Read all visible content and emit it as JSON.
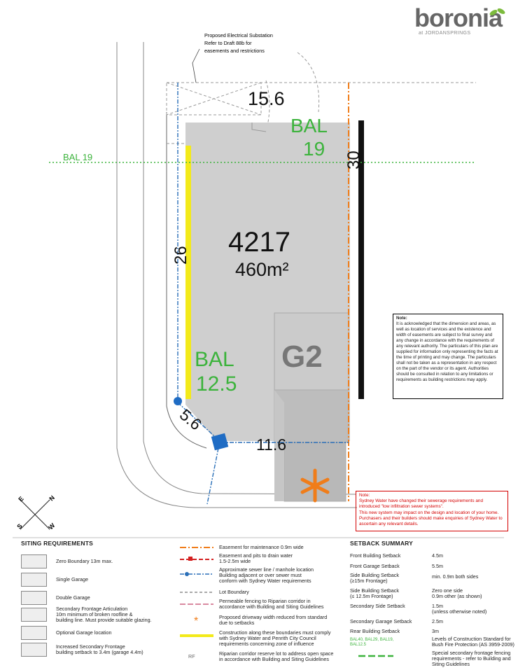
{
  "brand": {
    "name": "boronia",
    "subtitle": "at JORDANSPRINGS"
  },
  "plan": {
    "lot_number": "4217",
    "lot_area": "460m²",
    "garage_code": "G2",
    "dimensions": {
      "top": "15.6",
      "right": "30",
      "left": "26",
      "corner": "5.6",
      "bottom": "11.6"
    },
    "bal_line_label": "BAL 19",
    "bal_top": {
      "line1": "BAL",
      "line2": "19"
    },
    "bal_left": {
      "line1": "BAL",
      "line2": "12.5"
    },
    "substation_note": [
      "Proposed Electrical Substation",
      "Refer to Draft 88b for",
      "easements and restrictions"
    ],
    "compass": [
      "N",
      "S",
      "E",
      "W"
    ]
  },
  "note": {
    "title": "Note:",
    "lines": [
      "It is acknowledged that the dimension and areas, as",
      "well as location of services and the existence and",
      "width of easements are subject to final survey and",
      "any change in accordance with the requirements of",
      "any relevant authority. The particulars of this plan are",
      "supplied for information only representing the facts at",
      "the time of printing and may change. The particulars",
      "shall not be taken as a representation in any respect",
      "on the part of the vendor or its agent. Authorities",
      "should be consulted in relation to any limitations or",
      "requirements as building restrictions may apply."
    ]
  },
  "water_note": {
    "title": "Note:",
    "lines": [
      "Sydney Water have changed their sewerage requirements and",
      "introduced \"low infiltration sewer systems\".",
      "This new system may impact on the design and location of your home.",
      "Purchasers and their builders should make enquiries of Sydney Water to",
      "ascertain any relevant details."
    ]
  },
  "siting": {
    "title": "SITING REQUIREMENTS",
    "items": [
      [
        "Zero Boundary 13m max."
      ],
      [
        "Single Garage"
      ],
      [
        "Double Garage"
      ],
      [
        "Secondary Frontage Articulation",
        "10m minimum of broken roofline &",
        "building line. Must provide suitable glazing."
      ],
      [
        "Optional Garage location"
      ],
      [
        "Increased Secondary Frontage",
        "building setback to 3.4m (garage 4.4m)"
      ]
    ]
  },
  "lines_legend": {
    "items": [
      [
        "Easement for maintenance 0.9m wide"
      ],
      [
        "Easement and pits to drain water",
        "1.5-2.5m wide"
      ],
      [
        "Approximate sewer line / manhole location",
        "Building adjacent or over sewer must",
        "conform with Sydney Water requirements"
      ],
      [
        "Lot Boundary"
      ],
      [
        "Permeable fencing to Riparian corridor in",
        "accordance with Building and Siting Guidelines"
      ],
      [
        "Proposed driveway width reduced from standard",
        "due to setbacks"
      ],
      [
        "Construction along these boundaries must comply",
        "with Sydney Water and Penrith City Council",
        "requirements concerning zone of influence"
      ],
      [
        "Riparian corridor reserve lot to address open space",
        "in accordance with Building and Siting Guidelines"
      ]
    ],
    "rf_label": "RF"
  },
  "setback": {
    "title": "SETBACK SUMMARY",
    "rows": [
      {
        "label": [
          "Front Building Setback"
        ],
        "value": [
          "4.5m"
        ]
      },
      {
        "label": [
          "Front Garage Setback"
        ],
        "value": [
          "5.5m"
        ]
      },
      {
        "label": [
          "Side Building Setback",
          "(≥15m Frontage)"
        ],
        "value": [
          "min. 0.9m both sides"
        ]
      },
      {
        "label": [
          "Side Building Setback",
          "(≤ 12.5m Frontage)"
        ],
        "value": [
          "Zero one side",
          "0.9m other (as shown)"
        ]
      },
      {
        "label": [
          "Secondary Side Setback"
        ],
        "value": [
          "1.5m",
          "(unless otherwise noted)"
        ]
      },
      {
        "label": [
          "Secondary Garage Setback"
        ],
        "value": [
          "2.5m"
        ]
      },
      {
        "label": [
          "Rear Building Setback"
        ],
        "value": [
          "3m"
        ]
      },
      {
        "label": [
          "BAL40, BAL29, BAL19,",
          "BAL12.5"
        ],
        "value": [
          "Levels of Construction Standard for",
          "Bush Fire Protection (AS 3959-2009)"
        ]
      },
      {
        "label": [
          ""
        ],
        "value": [
          "Special secondary frontage fencing",
          "requirements - refer to Building and",
          "Siting Guidelines"
        ]
      }
    ]
  },
  "colors": {
    "bal": "#3cb33c",
    "easement": "#f07d1a",
    "sewer": "#2a6fb8",
    "drain": "#d42020",
    "yellow": "#f3ea1a",
    "lot": "#cfcfcf",
    "brand_green": "#7cbb3d"
  }
}
